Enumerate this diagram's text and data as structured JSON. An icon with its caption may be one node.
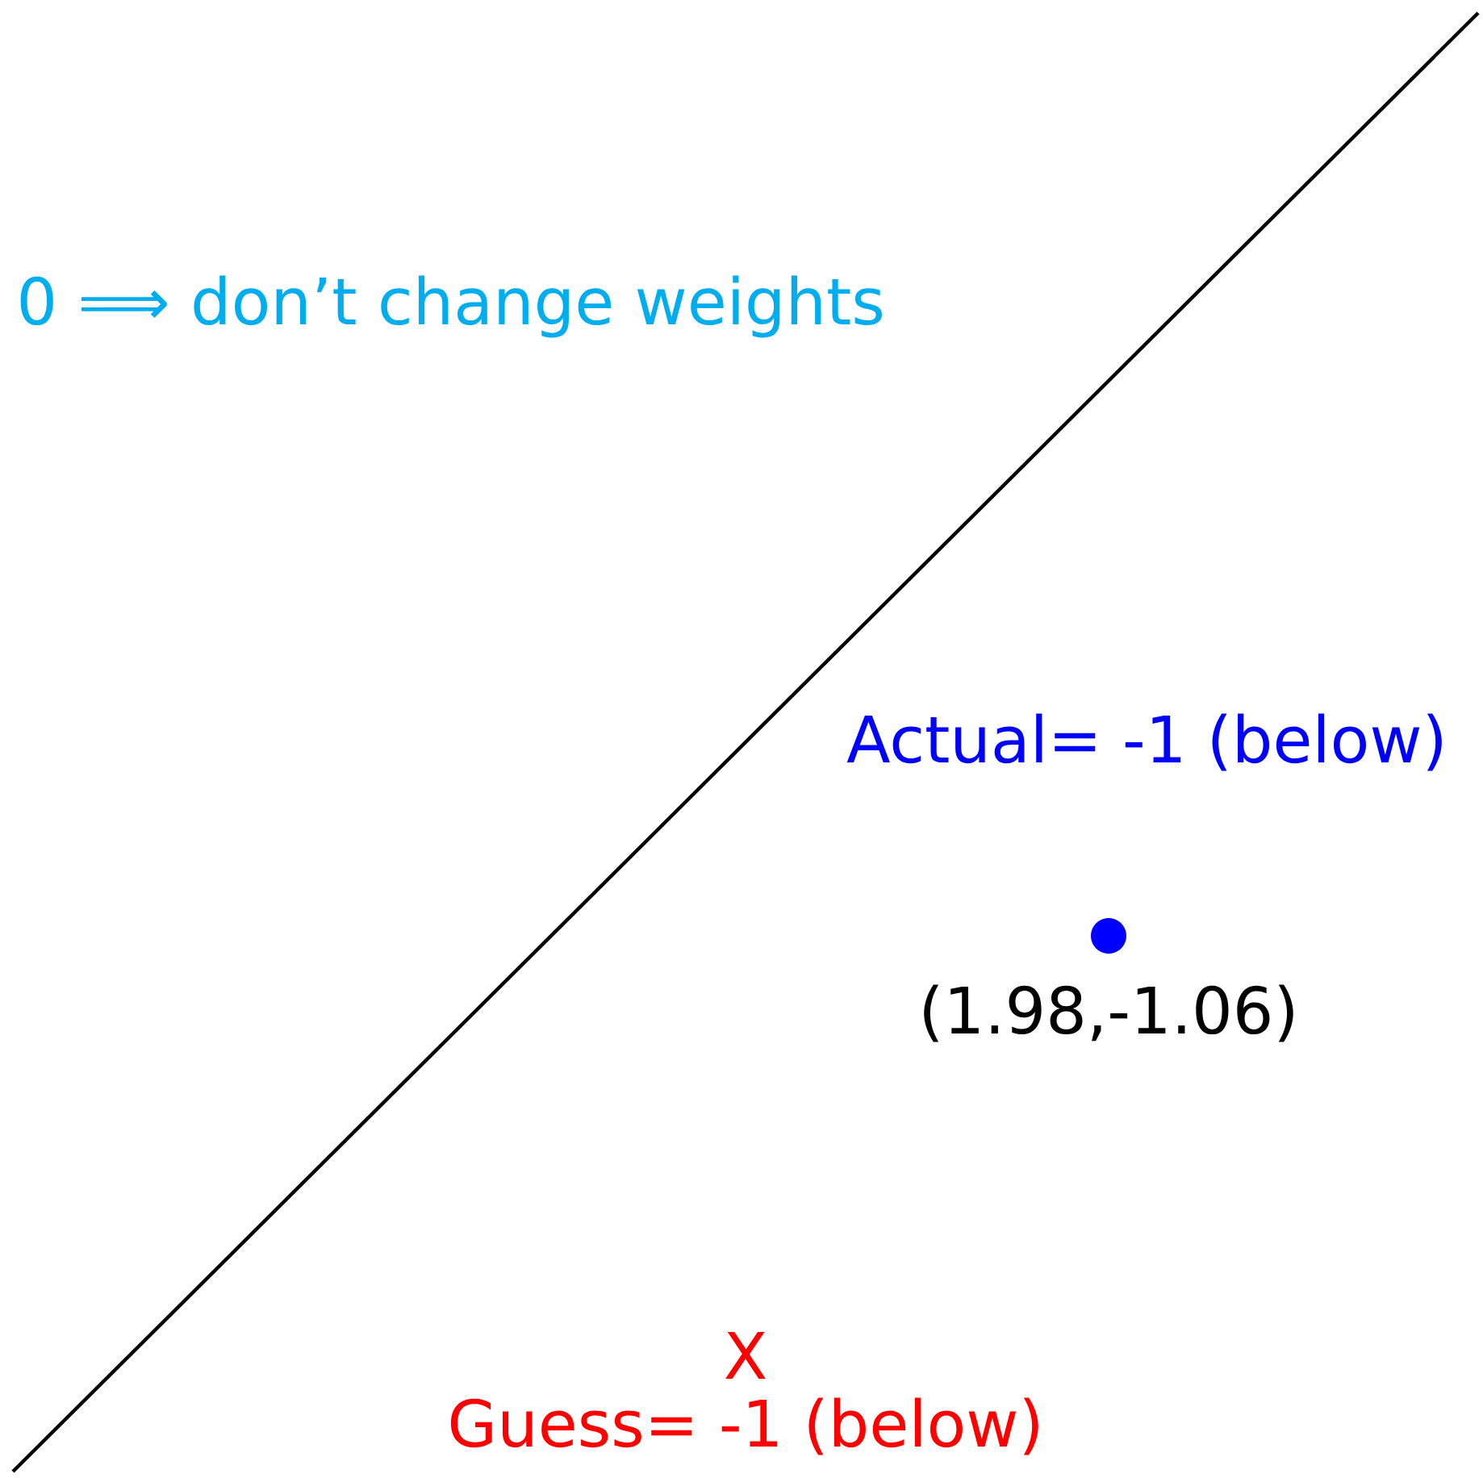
{
  "diagram": {
    "labels": [
      "0 ⟹ don’t change weights",
      "Actual= -1 (below)",
      "(1.98,-1.06)",
      "X",
      "Guess= -1 (below)"
    ]
  }
}
